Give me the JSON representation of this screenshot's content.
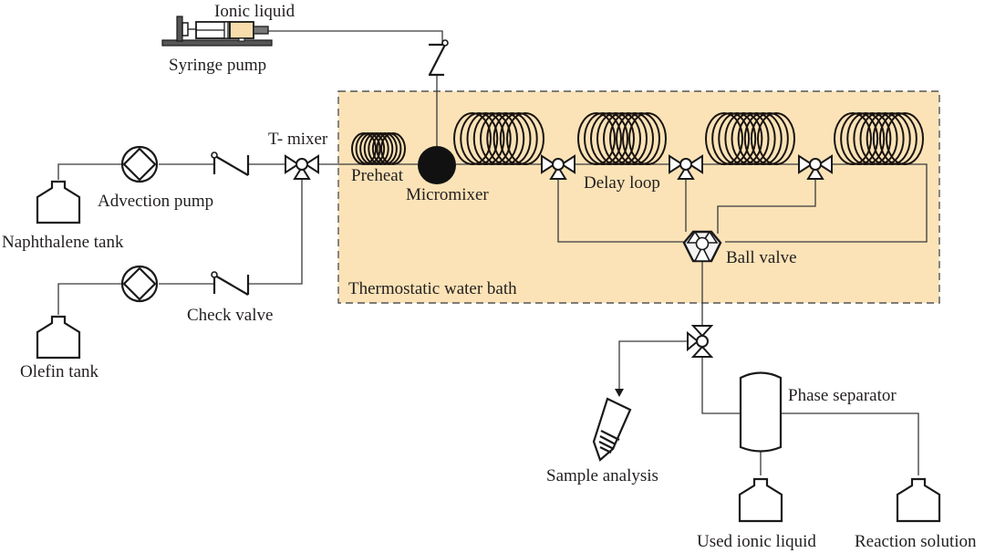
{
  "title": "Continuous-flow microreactor setup for ionic-liquid catalyzed alkylation",
  "colors": {
    "water_bath_fill": "#fbe3b7",
    "water_bath_border": "#555555",
    "naphthalene_tank_fill": "#a7a2a2",
    "olefin_tank_fill": "#f8dcab",
    "used_ionic_liquid_fill": "#f8dcab",
    "reaction_solution_fill": "#f9d2bd",
    "syringe_liquid_fill": "#f8dcab",
    "line": "#3a3a3a",
    "text": "#231f20"
  },
  "labels": {
    "ionic_liquid": "Ionic liquid",
    "syringe_pump": "Syringe pump",
    "t_mixer": "T- mixer",
    "advection_pump": "Advection pump",
    "naphthalene_tank": "Naphthalene tank",
    "olefin_tank": "Olefin tank",
    "check_valve": "Check valve",
    "preheat": "Preheat",
    "micromixer": "Micromixer",
    "delay_loop": "Delay loop",
    "ball_valve": "Ball valve",
    "thermostatic_water_bath": "Thermostatic water bath",
    "phase_separator": "Phase separator",
    "sample_analysis": "Sample analysis",
    "used_ionic_liquid": "Used ionic liquid",
    "reaction_solution": "Reaction solution"
  },
  "components": [
    {
      "id": "syringe-pump",
      "type": "pump",
      "feeds": "micromixer"
    },
    {
      "id": "naphthalene-tank",
      "type": "tank",
      "feeds": "advection-pump-1"
    },
    {
      "id": "olefin-tank",
      "type": "tank",
      "feeds": "advection-pump-2"
    },
    {
      "id": "advection-pump-1",
      "type": "pump",
      "feeds": "check-valve-1"
    },
    {
      "id": "advection-pump-2",
      "type": "pump",
      "feeds": "check-valve-2"
    },
    {
      "id": "check-valve-1",
      "type": "check-valve",
      "feeds": "t-mixer"
    },
    {
      "id": "check-valve-2",
      "type": "check-valve",
      "feeds": "t-mixer"
    },
    {
      "id": "t-mixer",
      "type": "three-way-valve",
      "feeds": "preheat-coil"
    },
    {
      "id": "preheat-coil",
      "type": "coil",
      "feeds": "micromixer"
    },
    {
      "id": "micromixer",
      "type": "mixer",
      "feeds": "delay-loop-1"
    },
    {
      "id": "delay-loop-1",
      "type": "coil",
      "feeds": "valve-1"
    },
    {
      "id": "delay-loop-2",
      "type": "coil",
      "feeds": "valve-2"
    },
    {
      "id": "delay-loop-3",
      "type": "coil",
      "feeds": "valve-3"
    },
    {
      "id": "delay-loop-4",
      "type": "coil",
      "feeds": "ball-valve"
    },
    {
      "id": "ball-valve",
      "type": "multi-port-valve",
      "feeds": "sampling-valve"
    },
    {
      "id": "sampling-valve",
      "type": "three-way-valve",
      "feeds": [
        "sample-tube",
        "phase-separator"
      ]
    },
    {
      "id": "phase-separator",
      "type": "vessel",
      "feeds": [
        "used-ionic-liquid-tank",
        "reaction-solution-tank"
      ]
    }
  ]
}
